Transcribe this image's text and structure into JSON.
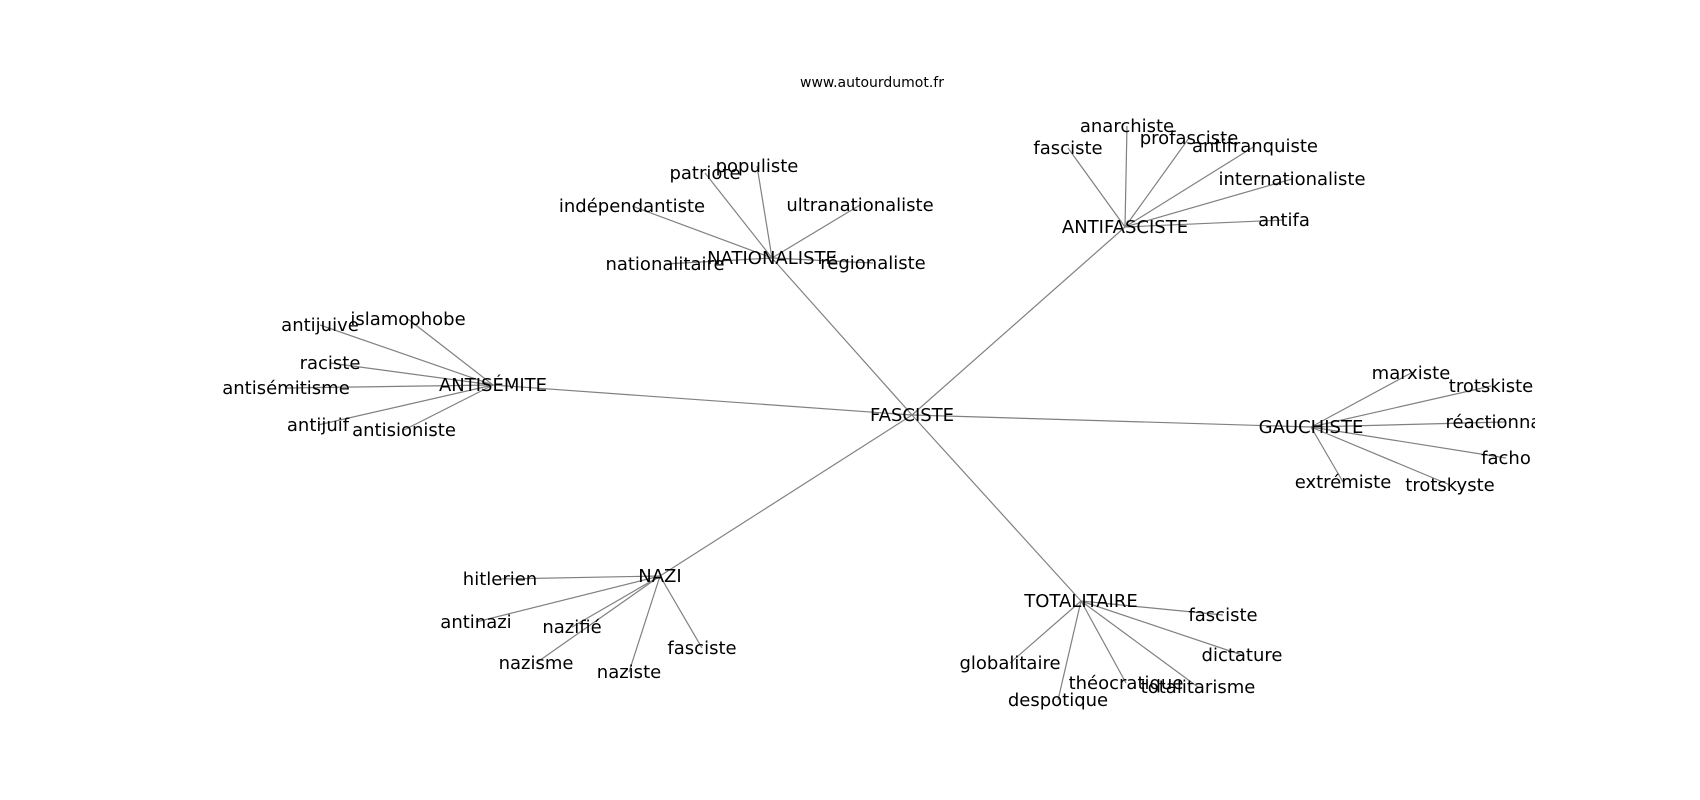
{
  "website": "www.autourdumot.fr",
  "graph": {
    "center": "FASCISTE",
    "hubs": [
      {
        "label": "NATIONALISTE",
        "leaves": [
          "patriote",
          "populiste",
          "indépendantiste",
          "ultranationaliste",
          "nationalitaire",
          "régionaliste"
        ]
      },
      {
        "label": "ANTIFASCISTE",
        "leaves": [
          "anarchiste",
          "fasciste",
          "profasciste",
          "antifranquiste",
          "internationaliste",
          "antifa"
        ]
      },
      {
        "label": "ANTISÉMITE",
        "leaves": [
          "islamophobe",
          "antijuive",
          "raciste",
          "antisémitisme",
          "antijuif",
          "antisioniste"
        ]
      },
      {
        "label": "GAUCHISTE",
        "leaves": [
          "marxiste",
          "trotskiste",
          "réactionnaire",
          "facho",
          "extrémiste",
          "trotskyste"
        ]
      },
      {
        "label": "NAZI",
        "leaves": [
          "hitlerien",
          "antinazi",
          "nazifié",
          "nazisme",
          "naziste",
          "fasciste"
        ]
      },
      {
        "label": "TOTALITAIRE",
        "leaves": [
          "fasciste",
          "dictature",
          "globalitaire",
          "théocratique",
          "totalitarisme",
          "despotique"
        ]
      }
    ]
  }
}
